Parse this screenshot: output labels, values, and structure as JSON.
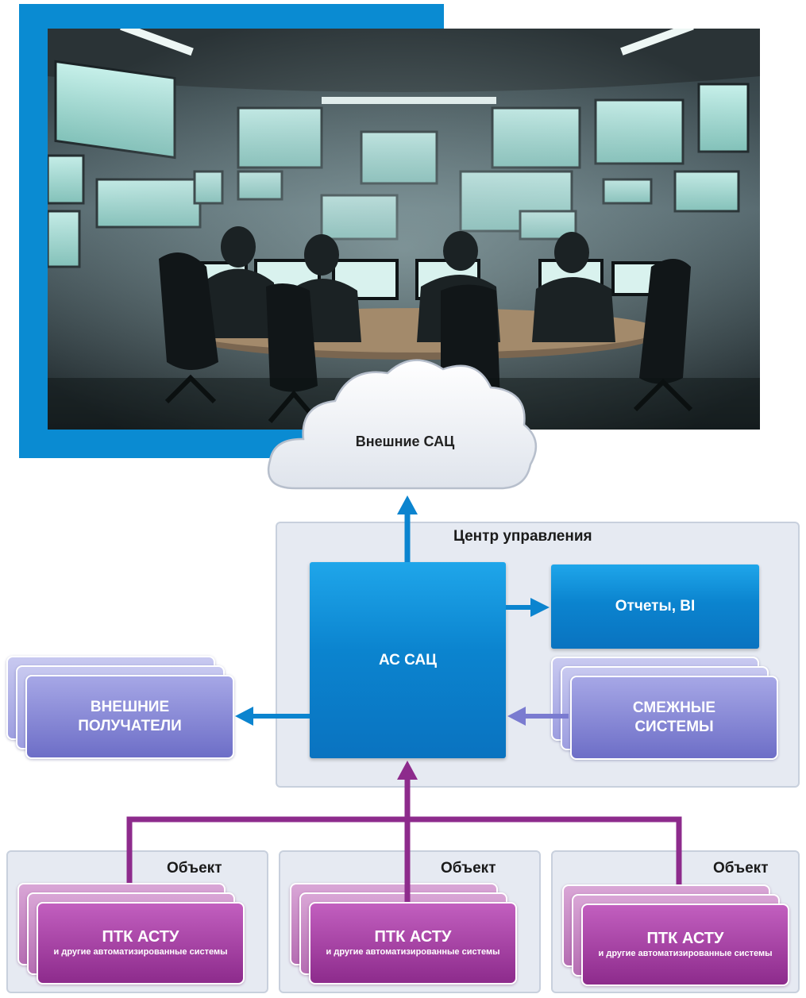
{
  "diagram": {
    "cloud_label": "Внешние САЦ",
    "center_title": "Центр управления",
    "core_label": "АС САЦ",
    "reports_label": "Отчеты, BI",
    "adjacent_label": "СМЕЖНЫЕ СИСТЕМЫ",
    "external_label": "ВНЕШНИЕ ПОЛУЧАТЕЛИ",
    "objects": [
      {
        "title": "Объект",
        "name": "ПТК АСТУ",
        "sub": "и другие автоматизированные системы"
      },
      {
        "title": "Объект",
        "name": "ПТК АСТУ",
        "sub": "и другие автоматизированные системы"
      },
      {
        "title": "Объект",
        "name": "ПТК АСТУ",
        "sub": "и другие автоматизированные системы"
      }
    ]
  },
  "colors": {
    "frame_blue": "#0a8bd2",
    "core_blue": "#0b84cf",
    "lavender": "#8e8fd8",
    "magenta": "#8d2b8c",
    "panel": "#e6eaf2"
  }
}
